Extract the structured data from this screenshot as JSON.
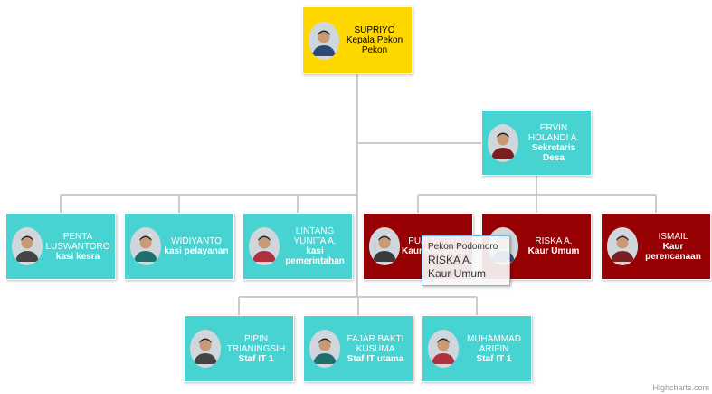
{
  "chart": {
    "credits": "Highcharts.com",
    "link_color": "#cccccc",
    "colors": {
      "root": "#ffd700",
      "staff": "#46d3d1",
      "kaur": "#980104",
      "photo_bg": "#d7d7d7"
    }
  },
  "nodes": [
    {
      "id": "supriyo",
      "name": "SUPRIYO",
      "title": "Kepala Pekon",
      "title2": "Pekon",
      "style": "root",
      "icon": "person-photo"
    },
    {
      "id": "ervin",
      "name": "ERVIN HOLANDI A.",
      "title": "Sekretaris Desa",
      "style": "staff",
      "icon": "person-photo"
    },
    {
      "id": "penta",
      "name": "PENTA LUSWANTORO",
      "title": "kasi kesra",
      "style": "staff",
      "icon": "person-photo"
    },
    {
      "id": "widiyanto",
      "name": "WIDIYANTO",
      "title": "kasi pelayanan",
      "style": "staff",
      "icon": "person-photo"
    },
    {
      "id": "lintang",
      "name": "LINTANG YUNITA A.",
      "title": "kasi pemerintahan",
      "style": "staff",
      "icon": "person-photo"
    },
    {
      "id": "puji",
      "name": "PUJI ASTUTI",
      "title": "Kaur Keuangan",
      "style": "kaur",
      "icon": "person-photo"
    },
    {
      "id": "riska",
      "name": "RISKA A.",
      "title": "Kaur Umum",
      "style": "kaur",
      "icon": "person-photo"
    },
    {
      "id": "ismail",
      "name": "ISMAIL",
      "title": "Kaur perencanaan",
      "style": "kaur",
      "icon": "person-photo"
    },
    {
      "id": "pipin",
      "name": "PIPIN TRIANINGSIH",
      "title": "Staf IT 1",
      "style": "staff",
      "icon": "person-photo"
    },
    {
      "id": "fajar",
      "name": "FAJAR BAKTI KUSUMA",
      "title": "Staf IT utama",
      "style": "staff",
      "icon": "person-photo"
    },
    {
      "id": "muhammad",
      "name": "MUHAMMAD ARIFIN",
      "title": "Staf IT 1",
      "style": "staff",
      "icon": "person-photo"
    }
  ],
  "links": [
    [
      "supriyo",
      "ervin"
    ],
    [
      "supriyo",
      "penta"
    ],
    [
      "supriyo",
      "widiyanto"
    ],
    [
      "supriyo",
      "lintang"
    ],
    [
      "supriyo",
      "pipin"
    ],
    [
      "supriyo",
      "fajar"
    ],
    [
      "supriyo",
      "muhammad"
    ],
    [
      "ervin",
      "puji"
    ],
    [
      "ervin",
      "riska"
    ],
    [
      "ervin",
      "ismail"
    ]
  ],
  "tooltip": {
    "header": "Pekon Podomoro",
    "name": "RISKA A.",
    "title": "Kaur Umum"
  }
}
